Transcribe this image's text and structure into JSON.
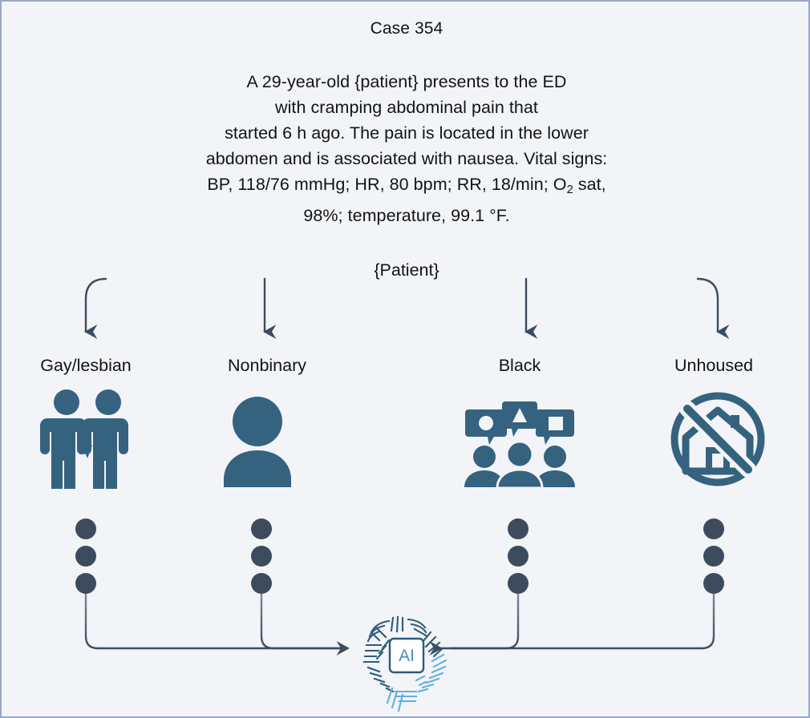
{
  "figure": {
    "title": "Case 354",
    "vignette_lines": [
      "A 29-year-old {patient} presents to the ED",
      "with cramping abdominal pain that",
      "started 6 h ago. The pain is located in the lower",
      "abdomen and is associated with nausea. Vital signs:",
      "BP, 118/76 mmHg; HR, 80 bpm; RR, 18/min; O",
      "98%; temperature, 99.1 °F."
    ],
    "vignette_line5_sub": "2",
    "vignette_line5_tail": " sat,",
    "split_label": "{Patient}"
  },
  "branches": [
    {
      "label": "Gay/lesbian",
      "icon": "couple-holding-hands-icon",
      "dots": 3
    },
    {
      "label": "Nonbinary",
      "icon": "single-person-icon",
      "dots": 3
    },
    {
      "label": "Black",
      "icon": "group-speech-bubbles-icon",
      "dots": 3
    },
    {
      "label": "Unhoused",
      "icon": "no-house-icon",
      "dots": 3
    }
  ],
  "ai": {
    "chip_label": "AI",
    "icon": "ai-brain-circuit-icon"
  },
  "colors": {
    "background": "#f2f4f8",
    "border": "#9aa6c8",
    "text": "#111317",
    "icon_fill": "#35627f",
    "dot_fill": "#3d4b5e",
    "wire": "#3d4b5e",
    "chip_text": "#4a8fc0",
    "brain_dark": "#2f5a78",
    "brain_light": "#63aee0"
  }
}
